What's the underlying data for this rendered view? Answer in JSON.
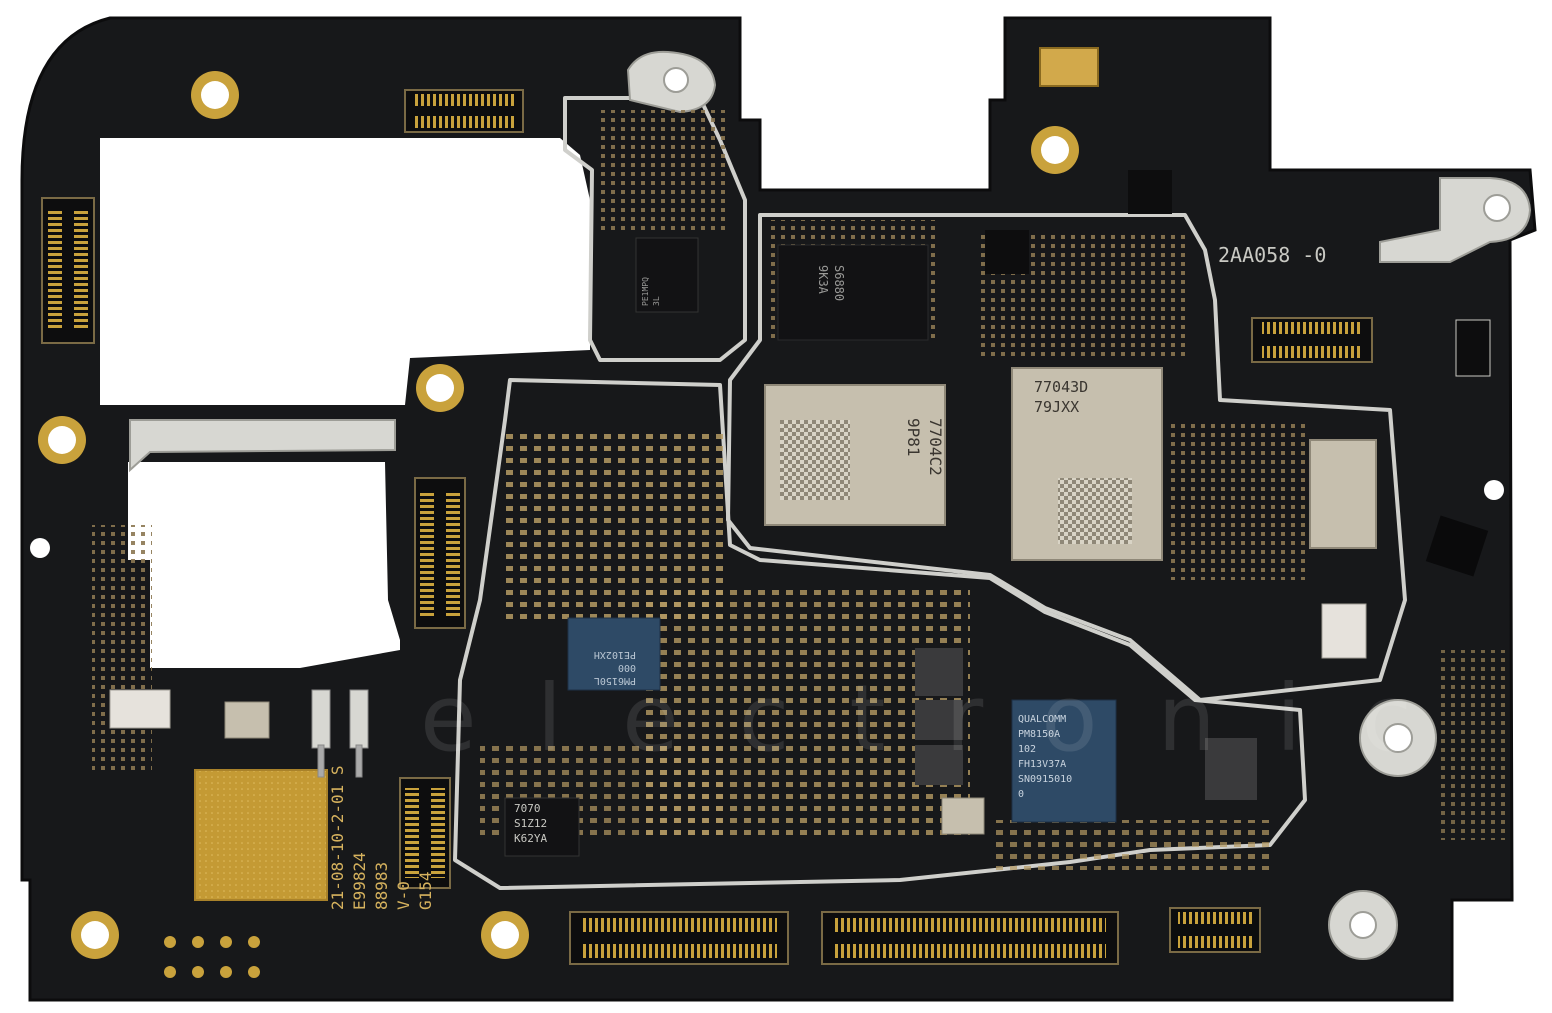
{
  "colors": {
    "board": "#17181a",
    "board_edge": "#0c0c0d",
    "silkscreen": "#c9c9c3",
    "marking": "#d6b25e",
    "gold": "#c9a23c",
    "gold_dark": "#a9822a",
    "shield": "#d7d7d2",
    "chip_blue": "#2e4a66",
    "chip_silver": "#c6bfae",
    "chip_black": "#121214",
    "passive": "#b59a63"
  },
  "board_label": "2AA058 -0",
  "chips": {
    "top_small": {
      "lines": [
        "S6880",
        "9K3A"
      ]
    },
    "ram": {
      "lines": [
        "7704C2",
        "9P81"
      ]
    },
    "modem": {
      "lines": [
        "77043D",
        "79JXX"
      ]
    },
    "pmic_left": {
      "lines": [
        "PM6150L",
        "000",
        "PE102XH"
      ]
    },
    "pmic_right": {
      "lines": [
        "QUALCOMM",
        "PM8150A",
        "102",
        "FH13V37A",
        "SN0915010",
        "0"
      ]
    },
    "small_chip": {
      "lines": [
        "7070",
        "S1Z12",
        "K62YA"
      ]
    },
    "rf_chip": {
      "lines": [
        "PE1MPQ",
        "3L"
      ]
    }
  },
  "side_markings": {
    "lines": [
      "21-08-10-2-01 S",
      "E99824",
      "88983",
      "V-0",
      "G154"
    ]
  },
  "watermark": {
    "text": "electronic"
  }
}
